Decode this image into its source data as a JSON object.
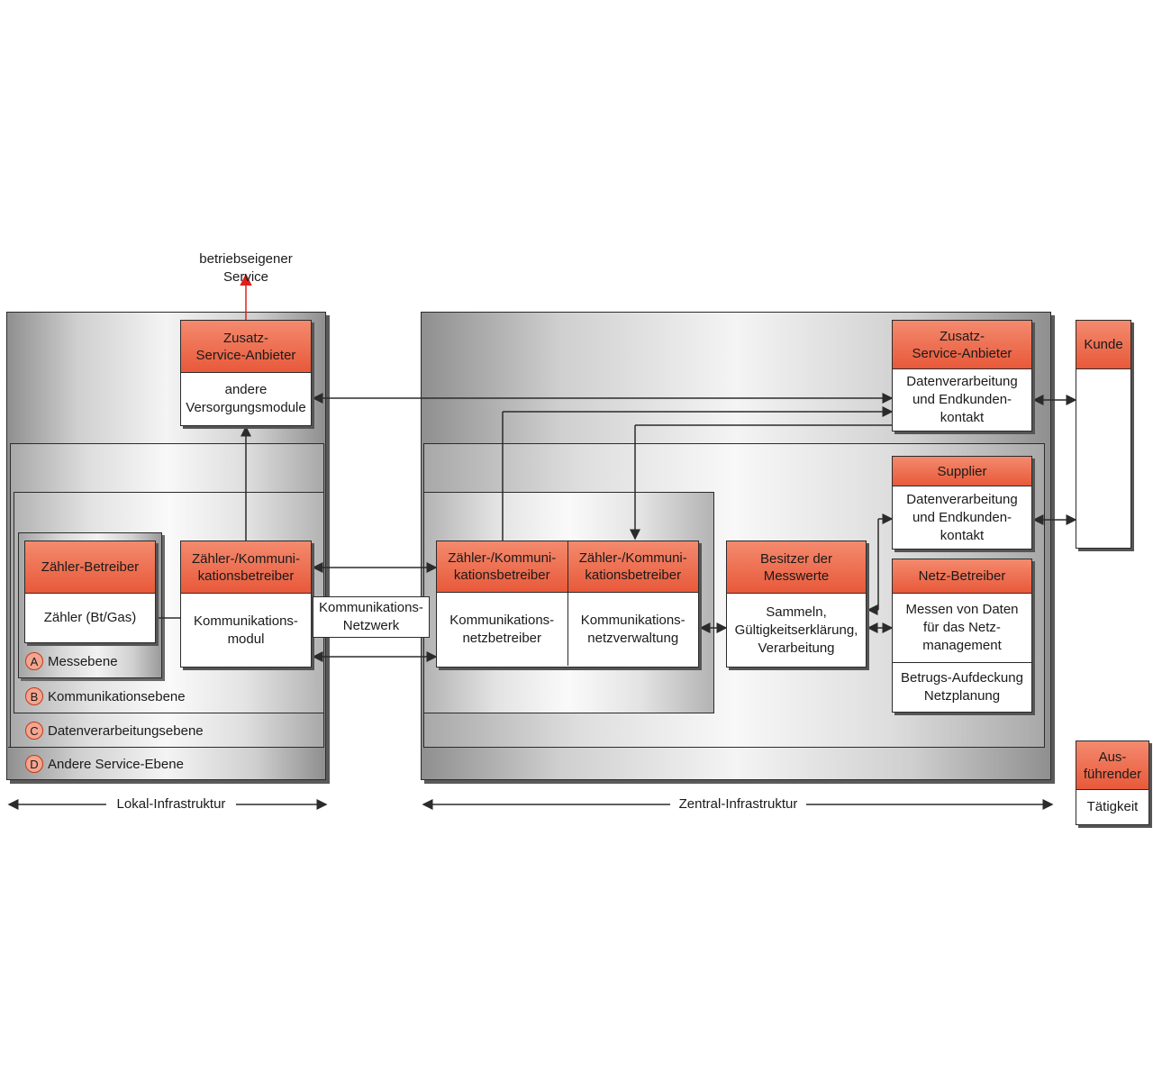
{
  "top_service": "betriebseigener\nService",
  "local": {
    "zusatz": {
      "head": "Zusatz-\nService-Anbieter",
      "body": "andere\nVersorgungsmodule"
    },
    "zaehler_betreiber": {
      "head": "Zähler-Betreiber",
      "body": "Zähler (Bt/Gas)"
    },
    "komm_betreiber": {
      "head": "Zähler-/Kommuni-\nkationsbetreiber",
      "body": "Kommunikations-\nmodul"
    },
    "levels": [
      {
        "letter": "A",
        "label": "Messebene"
      },
      {
        "letter": "B",
        "label": "Kommunikationsebene"
      },
      {
        "letter": "C",
        "label": "Datenverarbeitungsebene"
      },
      {
        "letter": "D",
        "label": "Andere Service-Ebene"
      }
    ]
  },
  "network_label": "Kommunikations-\nNetzwerk",
  "central": {
    "komm_netz": {
      "head": "Zähler-/Kommuni-\nkationsbetreiber",
      "body": "Kommunikations-\nnetzbetreiber"
    },
    "komm_verw": {
      "head": "Zähler-/Kommuni-\nkationsbetreiber",
      "body": "Kommunikations-\nnetzverwaltung"
    },
    "besitzer": {
      "head": "Besitzer der\nMesswerte",
      "body": "Sammeln,\nGültigkeitserklärung,\nVerarbeitung"
    },
    "zusatz": {
      "head": "Zusatz-\nService-Anbieter",
      "body": "Datenverarbeitung\nund Endkunden-\nkontakt"
    },
    "supplier": {
      "head": "Supplier",
      "body": "Datenverarbeitung\nund Endkunden-\nkontakt"
    },
    "netz": {
      "head": "Netz-Betreiber",
      "body1": "Messen von Daten\nfür das Netz-\nmanagement",
      "body2": "Betrugs-Aufdeckung\nNetzplanung"
    }
  },
  "kunde": {
    "head": "Kunde"
  },
  "legend": {
    "head": "Aus-\nführender",
    "body": "Tätigkeit"
  },
  "axis": {
    "local": "Lokal-Infrastruktur",
    "central": "Zentral-Infrastruktur"
  },
  "colors": {
    "role_head": "#e8593a",
    "arrow_red": "#e0201b",
    "line": "#2b2b2b"
  }
}
